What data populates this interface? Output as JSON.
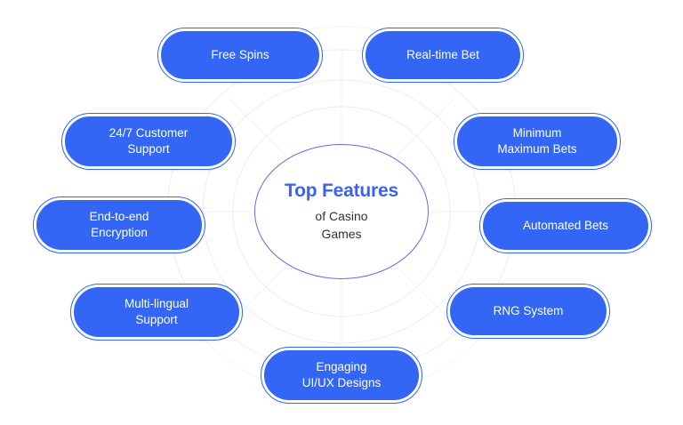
{
  "center": {
    "title": "Top Features",
    "subtitle_line1": "of Casino",
    "subtitle_line2": "Games",
    "title_color": "#3b63f0",
    "subtitle_color": "#333333",
    "ring_color": "#5b72d8"
  },
  "theme": {
    "bubble_fill": "#3366F5",
    "bubble_gap": "#ffffff",
    "bubble_ring": "#3366F5",
    "bubble_text": "#ffffff",
    "background": "#ffffff",
    "decor_line": "#eef0f7"
  },
  "features": [
    {
      "id": "free-spins",
      "label": "Free Spins"
    },
    {
      "id": "real-time-bet",
      "label": "Real-time Bet"
    },
    {
      "id": "minimum-maximum-bets",
      "label": "Minimum\nMaximum Bets"
    },
    {
      "id": "automated-bets",
      "label": "Automated Bets"
    },
    {
      "id": "rng-system",
      "label": "RNG System"
    },
    {
      "id": "engaging-ui-ux",
      "label": "Engaging\nUI/UX Designs"
    },
    {
      "id": "multi-lingual",
      "label": "Multi-lingual\nSupport"
    },
    {
      "id": "end-to-end",
      "label": "End-to-end\nEncryption"
    },
    {
      "id": "customer-support",
      "label": "24/7 Customer\nSupport"
    }
  ]
}
